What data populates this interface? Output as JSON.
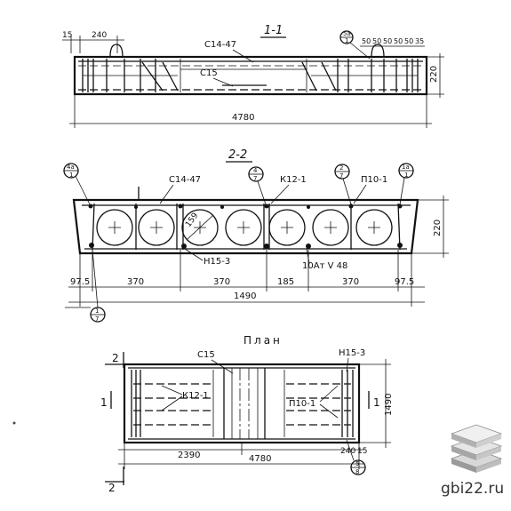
{
  "section_1_1": {
    "title": "1-1",
    "dims_top": [
      "15",
      "240"
    ],
    "dims_top_right": [
      "50",
      "50",
      "50",
      "50",
      "50",
      "35"
    ],
    "callout": "5а\n1",
    "labels": {
      "c14_47": "С14-47",
      "c15": "С15"
    },
    "height": "220",
    "length": "4780"
  },
  "section_2_2": {
    "title": "2-2",
    "labels": {
      "c14_47": "С14-47",
      "k12_1": "К12-1",
      "p10_1": "П10-1",
      "n15_3": "Н15-3",
      "rebar": "10Ат Ⅴ 48",
      "diam": "159"
    },
    "callouts": [
      "4а\n1",
      "4\n7",
      "2\n7",
      "1а\n1",
      "1\n7"
    ],
    "height": "220",
    "dims_bottom": [
      "97.5",
      "370",
      "370",
      "185",
      "370",
      "97.5"
    ],
    "width": "1490"
  },
  "plan": {
    "title": "План",
    "labels": {
      "c15": "С15",
      "n15_3": "Н15-3",
      "k12_1": "К12-1",
      "p10_1": "П10-1"
    },
    "section_marks": [
      "2",
      "1",
      "1",
      "2"
    ],
    "width": "1490",
    "dims_bottom": [
      "2390",
      "4780",
      "240",
      "15"
    ],
    "callout": "5\n8"
  },
  "watermark": "gbi22.ru"
}
